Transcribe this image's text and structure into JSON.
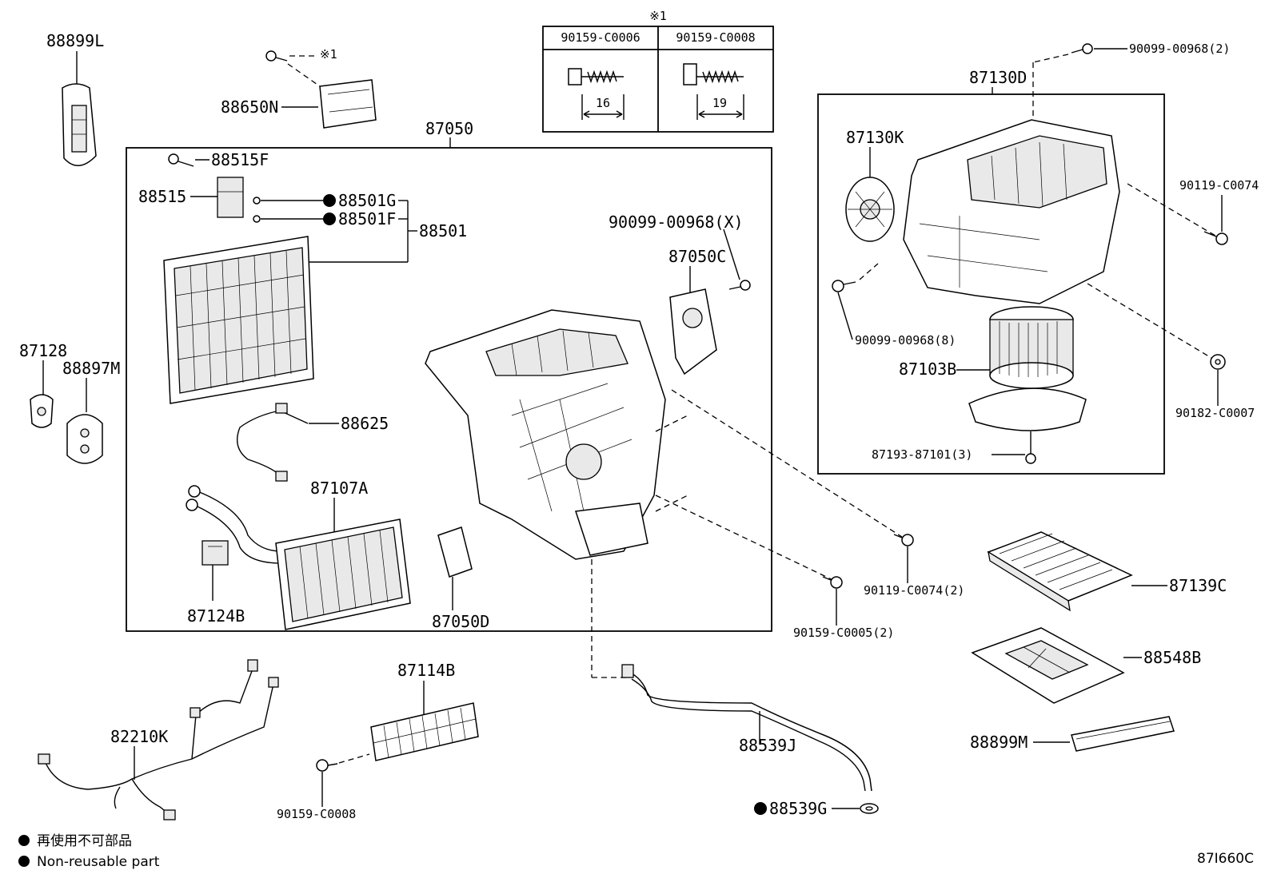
{
  "diagram_code": "87I660C",
  "legend": {
    "line_jp": "再使用不可部品",
    "line_en": "Non-reusable part"
  },
  "note_mark": "※1",
  "bolt_table": {
    "headers": [
      "90159-C0006",
      "90159-C0008"
    ],
    "lengths": [
      "16",
      "19"
    ]
  },
  "labels": {
    "p88899L": "88899L",
    "p88650N": "88650N",
    "p87050": "87050",
    "p88515F": "88515F",
    "p88515": "88515",
    "p88501G": "88501G",
    "p88501F": "88501F",
    "p88501": "88501",
    "p90099X": "90099-00968(X)",
    "p87050C": "87050C",
    "p88625": "88625",
    "p87107A": "87107A",
    "p87124B": "87124B",
    "p87050D": "87050D",
    "p87128": "87128",
    "p88897M": "88897M",
    "p87130D": "87130D",
    "p87130K": "87130K",
    "p90099_2": "90099-00968(2)",
    "p90119_top": "90119-C0074",
    "p90099_8": "90099-00968(8)",
    "p87103B": "87103B",
    "p90182": "90182-C0007",
    "p87193": "87193-87101(3)",
    "p90119_2": "90119-C0074(2)",
    "p90159_5": "90159-C0005(2)",
    "p87139C": "87139C",
    "p88548B": "88548B",
    "p88899M": "88899M",
    "p87114B": "87114B",
    "p82210K": "82210K",
    "p90159_8": "90159-C0008",
    "p88539J": "88539J",
    "p88539G": "88539G"
  }
}
